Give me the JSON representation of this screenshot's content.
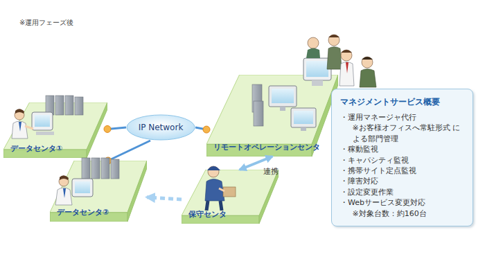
{
  "diagram": {
    "nodes": [
      {
        "text": [
          "IP Network"
        ]
      },
      {
        "text": [
          "データセンタ①"
        ]
      },
      {
        "text": [
          "リモートオペレーションセンタ"
        ]
      },
      {
        "text": [
          "データセンタ②"
        ]
      },
      {
        "text": [
          "保守センタ"
        ]
      },
      {
        "text": [
          "マネジメントサービス概要",
          "・運用マネージャ代行",
          "※お客様オフィスへ常駐形式 による部門管理",
          "・稼動監視",
          "・キャパシティ監視",
          "・携帯サイト定点監視",
          "・障害対応",
          "・設定変更作業",
          "・Webサービス変更対応",
          "※対象台数：約160台"
        ]
      }
    ],
    "edges": [
      {
        "from": 1,
        "to": 0,
        "arrow": "none"
      },
      {
        "from": 0,
        "to": 2,
        "arrow": "none"
      },
      {
        "from": 0,
        "to": 3,
        "arrow": "none"
      },
      {
        "from": 2,
        "to": 4,
        "arrow": "both",
        "label": "連携"
      },
      {
        "from": 4,
        "to": 3,
        "arrow": "to"
      }
    ],
    "labels": [
      "※運用フェーズ後"
    ]
  }
}
